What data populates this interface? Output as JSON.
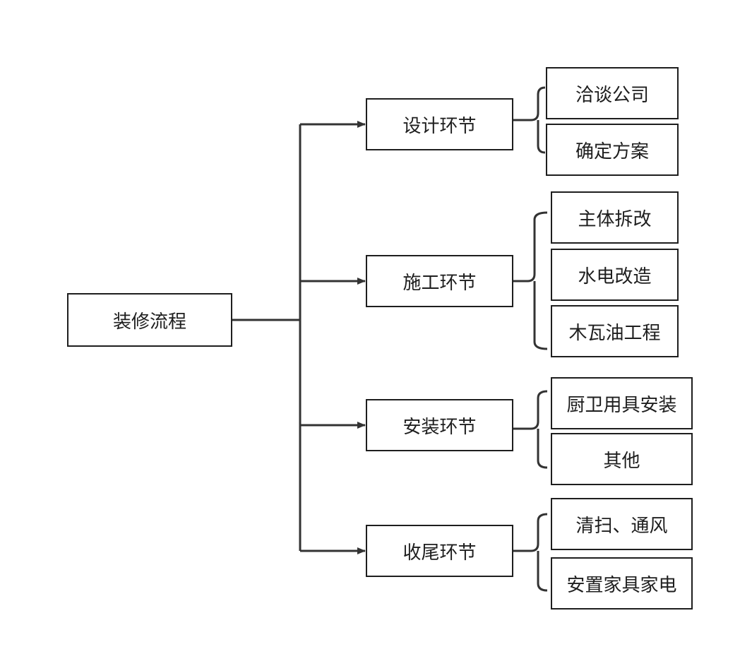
{
  "diagram": {
    "root": {
      "label": "装修流程"
    },
    "stages": [
      {
        "label": "设计环节",
        "steps": [
          {
            "label": "洽谈公司"
          },
          {
            "label": "确定方案"
          }
        ]
      },
      {
        "label": "施工环节",
        "steps": [
          {
            "label": "主体拆改"
          },
          {
            "label": "水电改造"
          },
          {
            "label": "木瓦油工程"
          }
        ]
      },
      {
        "label": "安装环节",
        "steps": [
          {
            "label": "厨卫用具安装"
          },
          {
            "label": "其他"
          }
        ]
      },
      {
        "label": "收尾环节",
        "steps": [
          {
            "label": "清扫、通风"
          },
          {
            "label": "安置家具家电"
          }
        ]
      }
    ],
    "colors": {
      "line": "#333333",
      "border": "#1e1e1e",
      "text": "#1e1e1e",
      "background": "#ffffff"
    }
  }
}
